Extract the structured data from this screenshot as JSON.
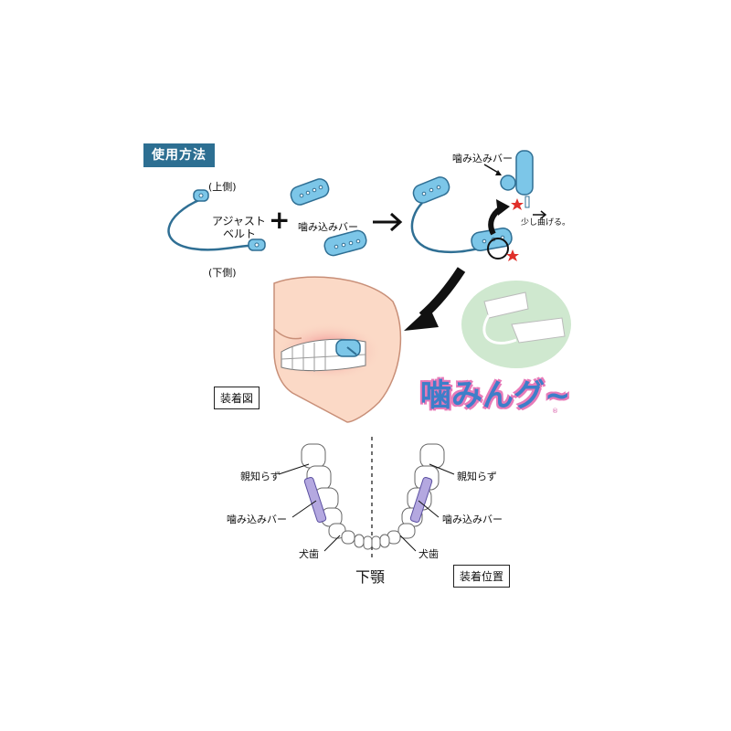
{
  "section": {
    "title": "使用方法"
  },
  "step1": {
    "top_label": "(上側)",
    "belt_label_line1": "アジャスト",
    "belt_label_line2": "ベルト",
    "bottom_label": "(下側)"
  },
  "step2": {
    "plus_sign": "+",
    "bar_label": "噛み込みバー"
  },
  "step3": {
    "bar_label": "噛み込みバー",
    "bend_label": "少し曲げる。"
  },
  "mouth": {
    "caption": "装着図"
  },
  "product": {
    "logo_text": "噛みんグ~",
    "logo_mark": "®"
  },
  "jaw": {
    "left_wisdom": "親知らず",
    "right_wisdom": "親知らず",
    "left_bar": "噛み込みバー",
    "right_bar": "噛み込みバー",
    "left_canine": "犬歯",
    "right_canine": "犬歯",
    "title": "下顎",
    "caption": "装着位置"
  },
  "colors": {
    "badge": "#2d6f92",
    "device_blue": "#7cc6e8",
    "device_stroke": "#2f6f94",
    "arrow": "#111111",
    "star": "#e0302a",
    "skin": "#fbd9c6",
    "gum": "#e8707a",
    "bar_purple": "#b4a8e0",
    "photo_bg": "#cfe8cf",
    "logo_blue": "#3d7fc9",
    "logo_pink": "#e77bb9"
  },
  "icons": [
    "arrow-right-icon",
    "curved-arrow-icon",
    "star-icon"
  ]
}
